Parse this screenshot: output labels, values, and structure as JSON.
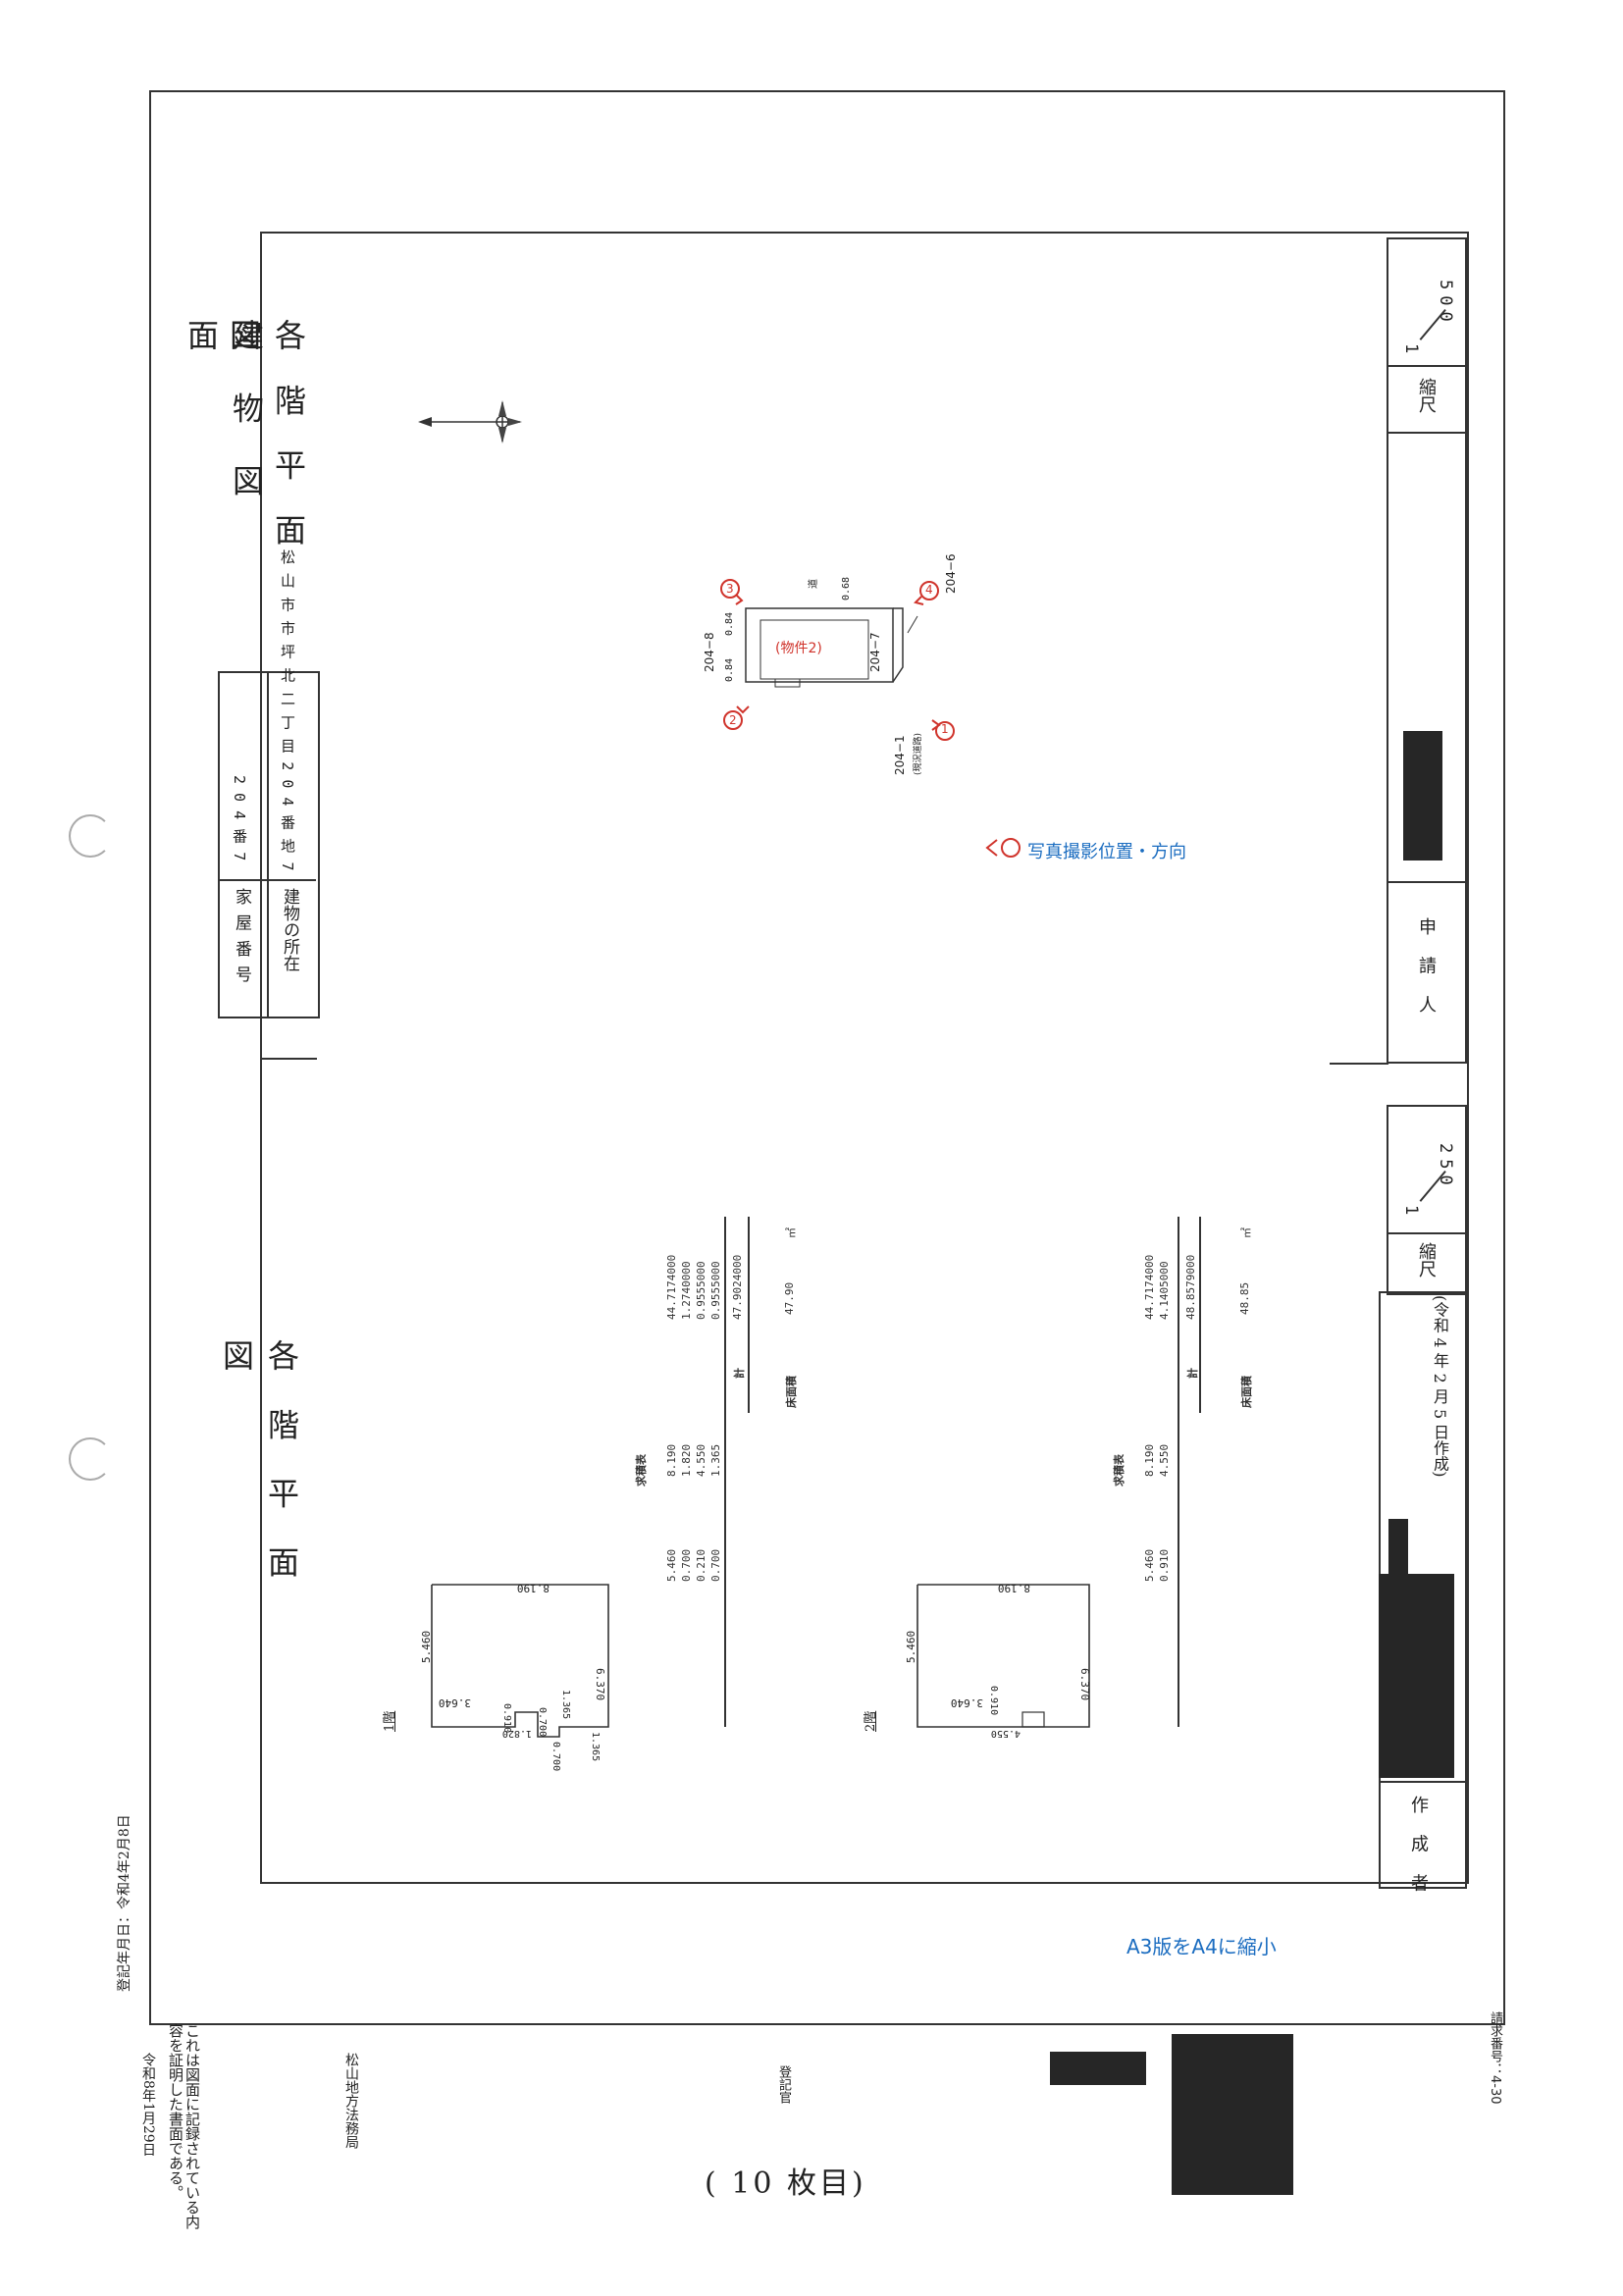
{
  "margin_text": {
    "registry_date": "登記年月日：令和4年2月8日",
    "certification": "これは図面に記録されている内容を証明した書面である。",
    "issue_date": "令和8年1月29日",
    "office": "松山地方法務局",
    "officer": "登記官",
    "request_number": "請求番号：4-30",
    "page_label": "( 10 枚目)",
    "reduction_note": "A3版をA4に縮小"
  },
  "header": {
    "title_building": "建 物 図 面",
    "title_floor": "各 階 平 面 図",
    "house_number_label": "家 屋 番 号",
    "house_number_value": "2 0 4 番 7",
    "location_label": "建物の所在",
    "location_value": "松 山 市 市 坪 北 二 丁 目 2 0 4 番 地 7"
  },
  "right_panel": {
    "scale_label_top": "縮尺",
    "scale_top_num": "1",
    "scale_top_den": "500",
    "applicant_label": "申 請 人",
    "scale_label_mid": "縮尺",
    "scale_mid_num": "1",
    "scale_mid_den": "250",
    "created_date": "(令和 4 年 2 月 5 日作成)",
    "creator_label": "作 成 者"
  },
  "site_plan": {
    "property_label": "(物件2)",
    "lot_west": "204−8",
    "lot_center": "204−7",
    "lot_north": "204−6",
    "lot_south": "204−1",
    "lot_south_note": "(現況道路)",
    "road": "道",
    "dim_west_top": "0.84",
    "dim_west_bottom": "0.84",
    "dim_north": "0.68",
    "markers": [
      "1",
      "2",
      "3",
      "4"
    ],
    "legend": "写真撮影位置・方向"
  },
  "floor_plans": {
    "section_title": "各 階 平 面 図",
    "floor1": {
      "label": "1階",
      "dims": [
        "8.190",
        "5.460",
        "6.370",
        "3.640",
        "0.910",
        "1.820",
        "1.365",
        "0.700",
        "0.700",
        "1.365"
      ],
      "calc_title": "求積表",
      "calc_rows": [
        {
          "a": "5.460",
          "b": "8.190",
          "result": "44.7174000"
        },
        {
          "a": "0.700",
          "b": "1.820",
          "result": "1.2740000"
        },
        {
          "a": "0.210",
          "b": "4.550",
          "result": "0.9555000"
        },
        {
          "a": "0.700",
          "b": "1.365",
          "result": "0.9555000"
        }
      ],
      "total_label": "計",
      "total": "47.9024000",
      "area_label": "床面積",
      "area": "47.90",
      "unit": "㎡"
    },
    "floor2": {
      "label": "2階",
      "dims": [
        "8.190",
        "5.460",
        "6.370",
        "3.640",
        "0.910",
        "4.550"
      ],
      "calc_title": "求積表",
      "calc_rows": [
        {
          "a": "5.460",
          "b": "8.190",
          "result": "44.7174000"
        },
        {
          "a": "0.910",
          "b": "4.550",
          "result": "4.1405000"
        }
      ],
      "total_label": "計",
      "total": "48.8579000",
      "area_label": "床面積",
      "area": "48.85",
      "unit": "㎡"
    }
  },
  "colors": {
    "marker_red": "#d0342c",
    "note_blue": "#1a6cc0",
    "redaction": "#262626"
  }
}
